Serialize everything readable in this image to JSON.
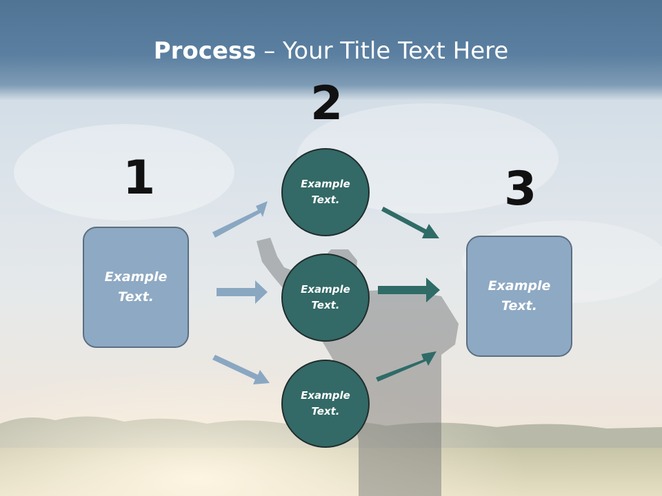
{
  "slide": {
    "title_bold": "Process",
    "title_rest": " – Your Title Text Here",
    "steps": [
      "1",
      "2",
      "3"
    ],
    "left_box": "Example\nText.",
    "right_box": "Example\nText.",
    "circles": [
      "Example\nText.",
      "Example\nText.",
      "Example\nText."
    ]
  },
  "colors": {
    "header": "#5b7fa0",
    "box_fill": "#8ea9c3",
    "circle_fill": "#336966",
    "arrow_light": "#8aa7c2",
    "arrow_dark": "#2f6b67"
  }
}
